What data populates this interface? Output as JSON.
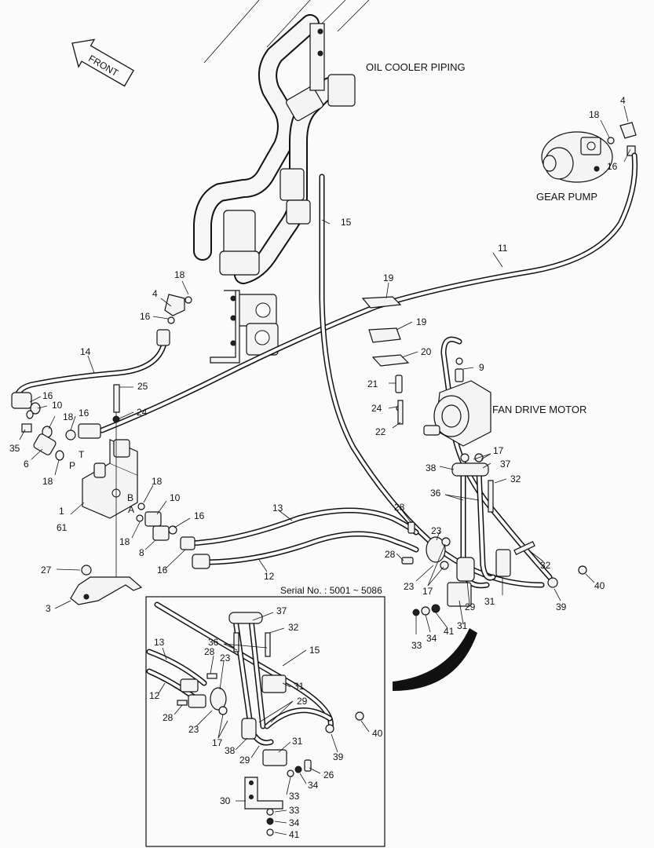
{
  "titles": {
    "oil_cooler": "OIL COOLER PIPING",
    "gear_pump": "GEAR PUMP",
    "fan_motor": "FAN DRIVE MOTOR",
    "front": "FRONT",
    "serial": "Serial No. : 5001 ~ 5086"
  },
  "port_labels": {
    "t": "T",
    "p": "P",
    "b": "B",
    "a": "A"
  },
  "callouts": [
    "4",
    "18",
    "16",
    "11",
    "15",
    "19",
    "19",
    "20",
    "9",
    "21",
    "24",
    "22",
    "17",
    "37",
    "38",
    "32",
    "36",
    "18",
    "4",
    "16",
    "14",
    "16",
    "10",
    "18",
    "16",
    "25",
    "24",
    "35",
    "6",
    "18",
    "1",
    "61",
    "18",
    "10",
    "16",
    "18",
    "8",
    "16",
    "13",
    "12",
    "28",
    "23",
    "28",
    "23",
    "17",
    "31",
    "29",
    "32",
    "40",
    "39",
    "31",
    "33",
    "34",
    "41",
    "27",
    "3",
    "37",
    "32",
    "36",
    "28",
    "23",
    "13",
    "12",
    "28",
    "23",
    "17",
    "38",
    "29",
    "31",
    "29",
    "31",
    "15",
    "40",
    "39",
    "26",
    "34",
    "33",
    "30",
    "33",
    "34",
    "41"
  ]
}
